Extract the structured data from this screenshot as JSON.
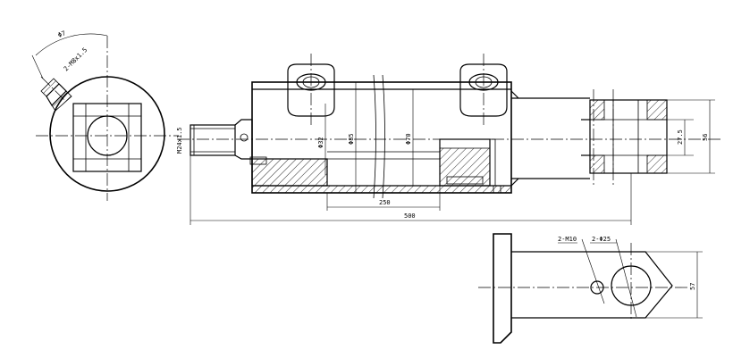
{
  "drawing": {
    "labels": {
      "pin_hole_phi": "Φ7",
      "pin_hole_thread": "2-M8x1.5",
      "rod_thread": "M24x1.5",
      "rod_dia": "Φ32",
      "bore_dia": "Φ85",
      "outer_dia": "Φ70",
      "clevis_hole": "27.5",
      "clevis_height": "56",
      "stroke_len": "250",
      "total_len": "500",
      "mount_tap": "2-M10",
      "mount_hole": "2-Φ25",
      "mount_height": "57"
    }
  }
}
